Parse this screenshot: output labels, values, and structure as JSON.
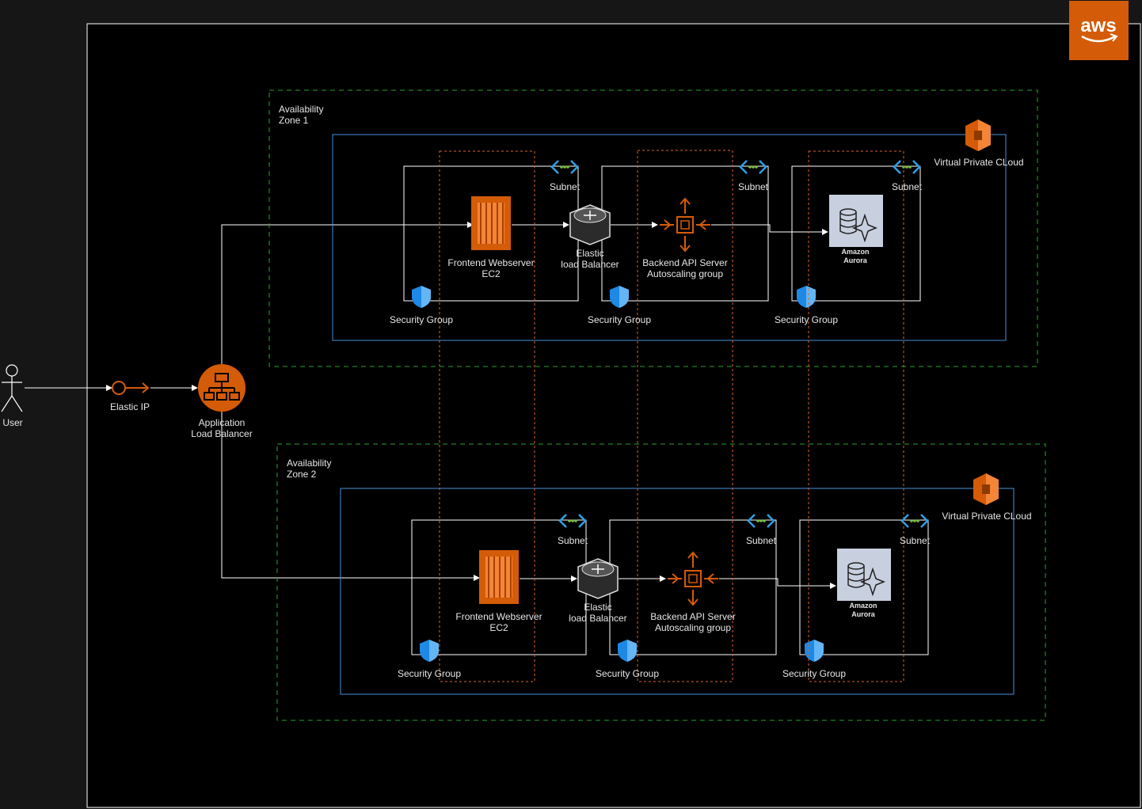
{
  "actor": {
    "label": "User"
  },
  "elastic_ip": {
    "label": "Elastic IP"
  },
  "alb": {
    "label": "Application\nLoad Balancer"
  },
  "aws_logo": {
    "text": "aws"
  },
  "colors": {
    "background": "#161616",
    "canvas": "#000000",
    "aws_orange": "#d45b07",
    "az_border": "#2ca02c",
    "vpc_border": "#4a90d9",
    "sg_dash": "#d9632b",
    "line": "#ffffff",
    "text": "#e6e6e6"
  },
  "zones": [
    {
      "az_label": "Availability\nZone 1",
      "vpc_label": "Virtual Private CLoud",
      "subnet_labels": [
        "Subnet",
        "Subnet",
        "Subnet"
      ],
      "security_group_labels": [
        "Security Group",
        "Security Group",
        "Security Group"
      ],
      "frontend_label": "Frontend Webserver\nEC2",
      "elb_label": "Elastic\nload Balancer",
      "backend_label": "Backend API Server\nAutoscaling group",
      "db_label": "Amazon\nAurora"
    },
    {
      "az_label": "Availability\nZone 2",
      "vpc_label": "Virtual Private CLoud",
      "subnet_labels": [
        "Subnet",
        "Subnet",
        "Subnet"
      ],
      "security_group_labels": [
        "Security Group",
        "Security Group",
        "Security Group"
      ],
      "frontend_label": "Frontend Webserver\nEC2",
      "elb_label": "Elastic\nload Balancer",
      "backend_label": "Backend API Server\nAutoscaling group",
      "db_label": "Amazon\nAurora"
    }
  ]
}
